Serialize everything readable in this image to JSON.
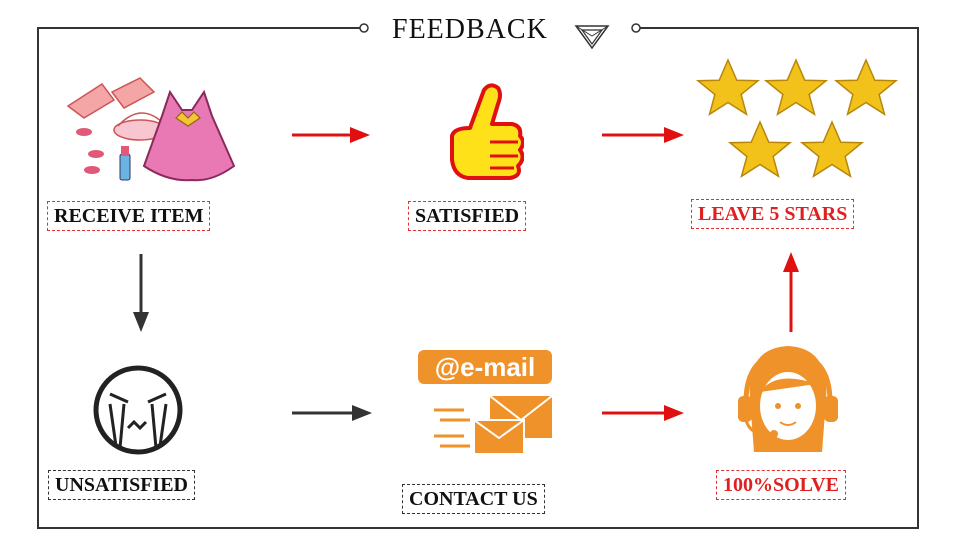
{
  "title": "FEEDBACK",
  "colors": {
    "red_arrow": "#e01010",
    "dark_arrow": "#333333",
    "star": "#f2c21b",
    "email": "#f0922a"
  },
  "nodes": {
    "receive_item": {
      "label": "RECEIVE ITEM",
      "icon": "clothes-shoes-illustration"
    },
    "satisfied": {
      "label": "SATISFIED",
      "icon": "thumbs-up-icon"
    },
    "leave_stars": {
      "label": "LEAVE 5 STARS",
      "icon": "five-stars-icon"
    },
    "unsatisfied": {
      "label": "UNSATISFIED",
      "icon": "crying-face-icon"
    },
    "contact_us": {
      "label": "CONTACT US",
      "icon": "email-icon",
      "icon_text": "@e-mail"
    },
    "solve": {
      "label": "100%SOLVE",
      "icon": "headset-agent-icon"
    }
  }
}
